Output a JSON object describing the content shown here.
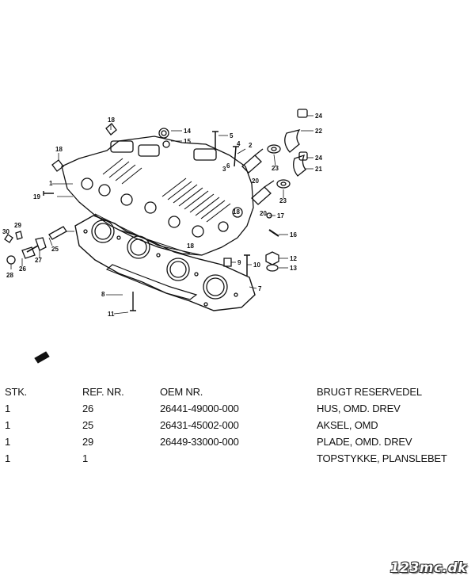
{
  "diagram": {
    "callouts": [
      "1",
      "2",
      "3",
      "4",
      "5",
      "6",
      "7",
      "8",
      "9",
      "10",
      "11",
      "12",
      "13",
      "14",
      "15",
      "16",
      "17",
      "18",
      "18",
      "18",
      "18",
      "19",
      "20",
      "20",
      "21",
      "22",
      "23",
      "23",
      "24",
      "24",
      "25",
      "26",
      "27",
      "28",
      "29",
      "30"
    ]
  },
  "table": {
    "headers": [
      "STK.",
      "REF. NR.",
      "OEM NR.",
      "BRUGT RESERVEDEL"
    ],
    "rows": [
      [
        "1",
        "26",
        "26441-49000-000",
        "HUS, OMD. DREV"
      ],
      [
        "1",
        "25",
        "26431-45002-000",
        "AKSEL, OMD"
      ],
      [
        "1",
        "29",
        "26449-33000-000",
        "PLADE, OMD. DREV"
      ],
      [
        "1",
        "1",
        "",
        "TOPSTYKKE, PLANSLEBET"
      ]
    ]
  },
  "watermark": "123mc.dk"
}
